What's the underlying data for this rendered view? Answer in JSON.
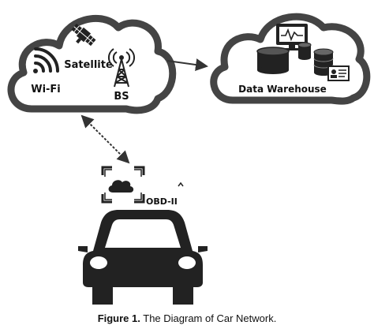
{
  "network_cloud": {
    "wifi_label": "Wi-Fi",
    "satellite_label": "Satellite",
    "bs_label": "BS"
  },
  "warehouse_cloud": {
    "label": "Data Warehouse"
  },
  "device": {
    "obd_label": "OBD-II"
  },
  "caption": {
    "prefix": "Figure 1.",
    "text": " The Diagram of Car Network."
  },
  "icons": [
    "wifi-icon",
    "satellite-icon",
    "cell-tower-icon",
    "monitor-icon",
    "database-icon",
    "id-card-icon",
    "cloud-chip-icon",
    "car-icon"
  ]
}
